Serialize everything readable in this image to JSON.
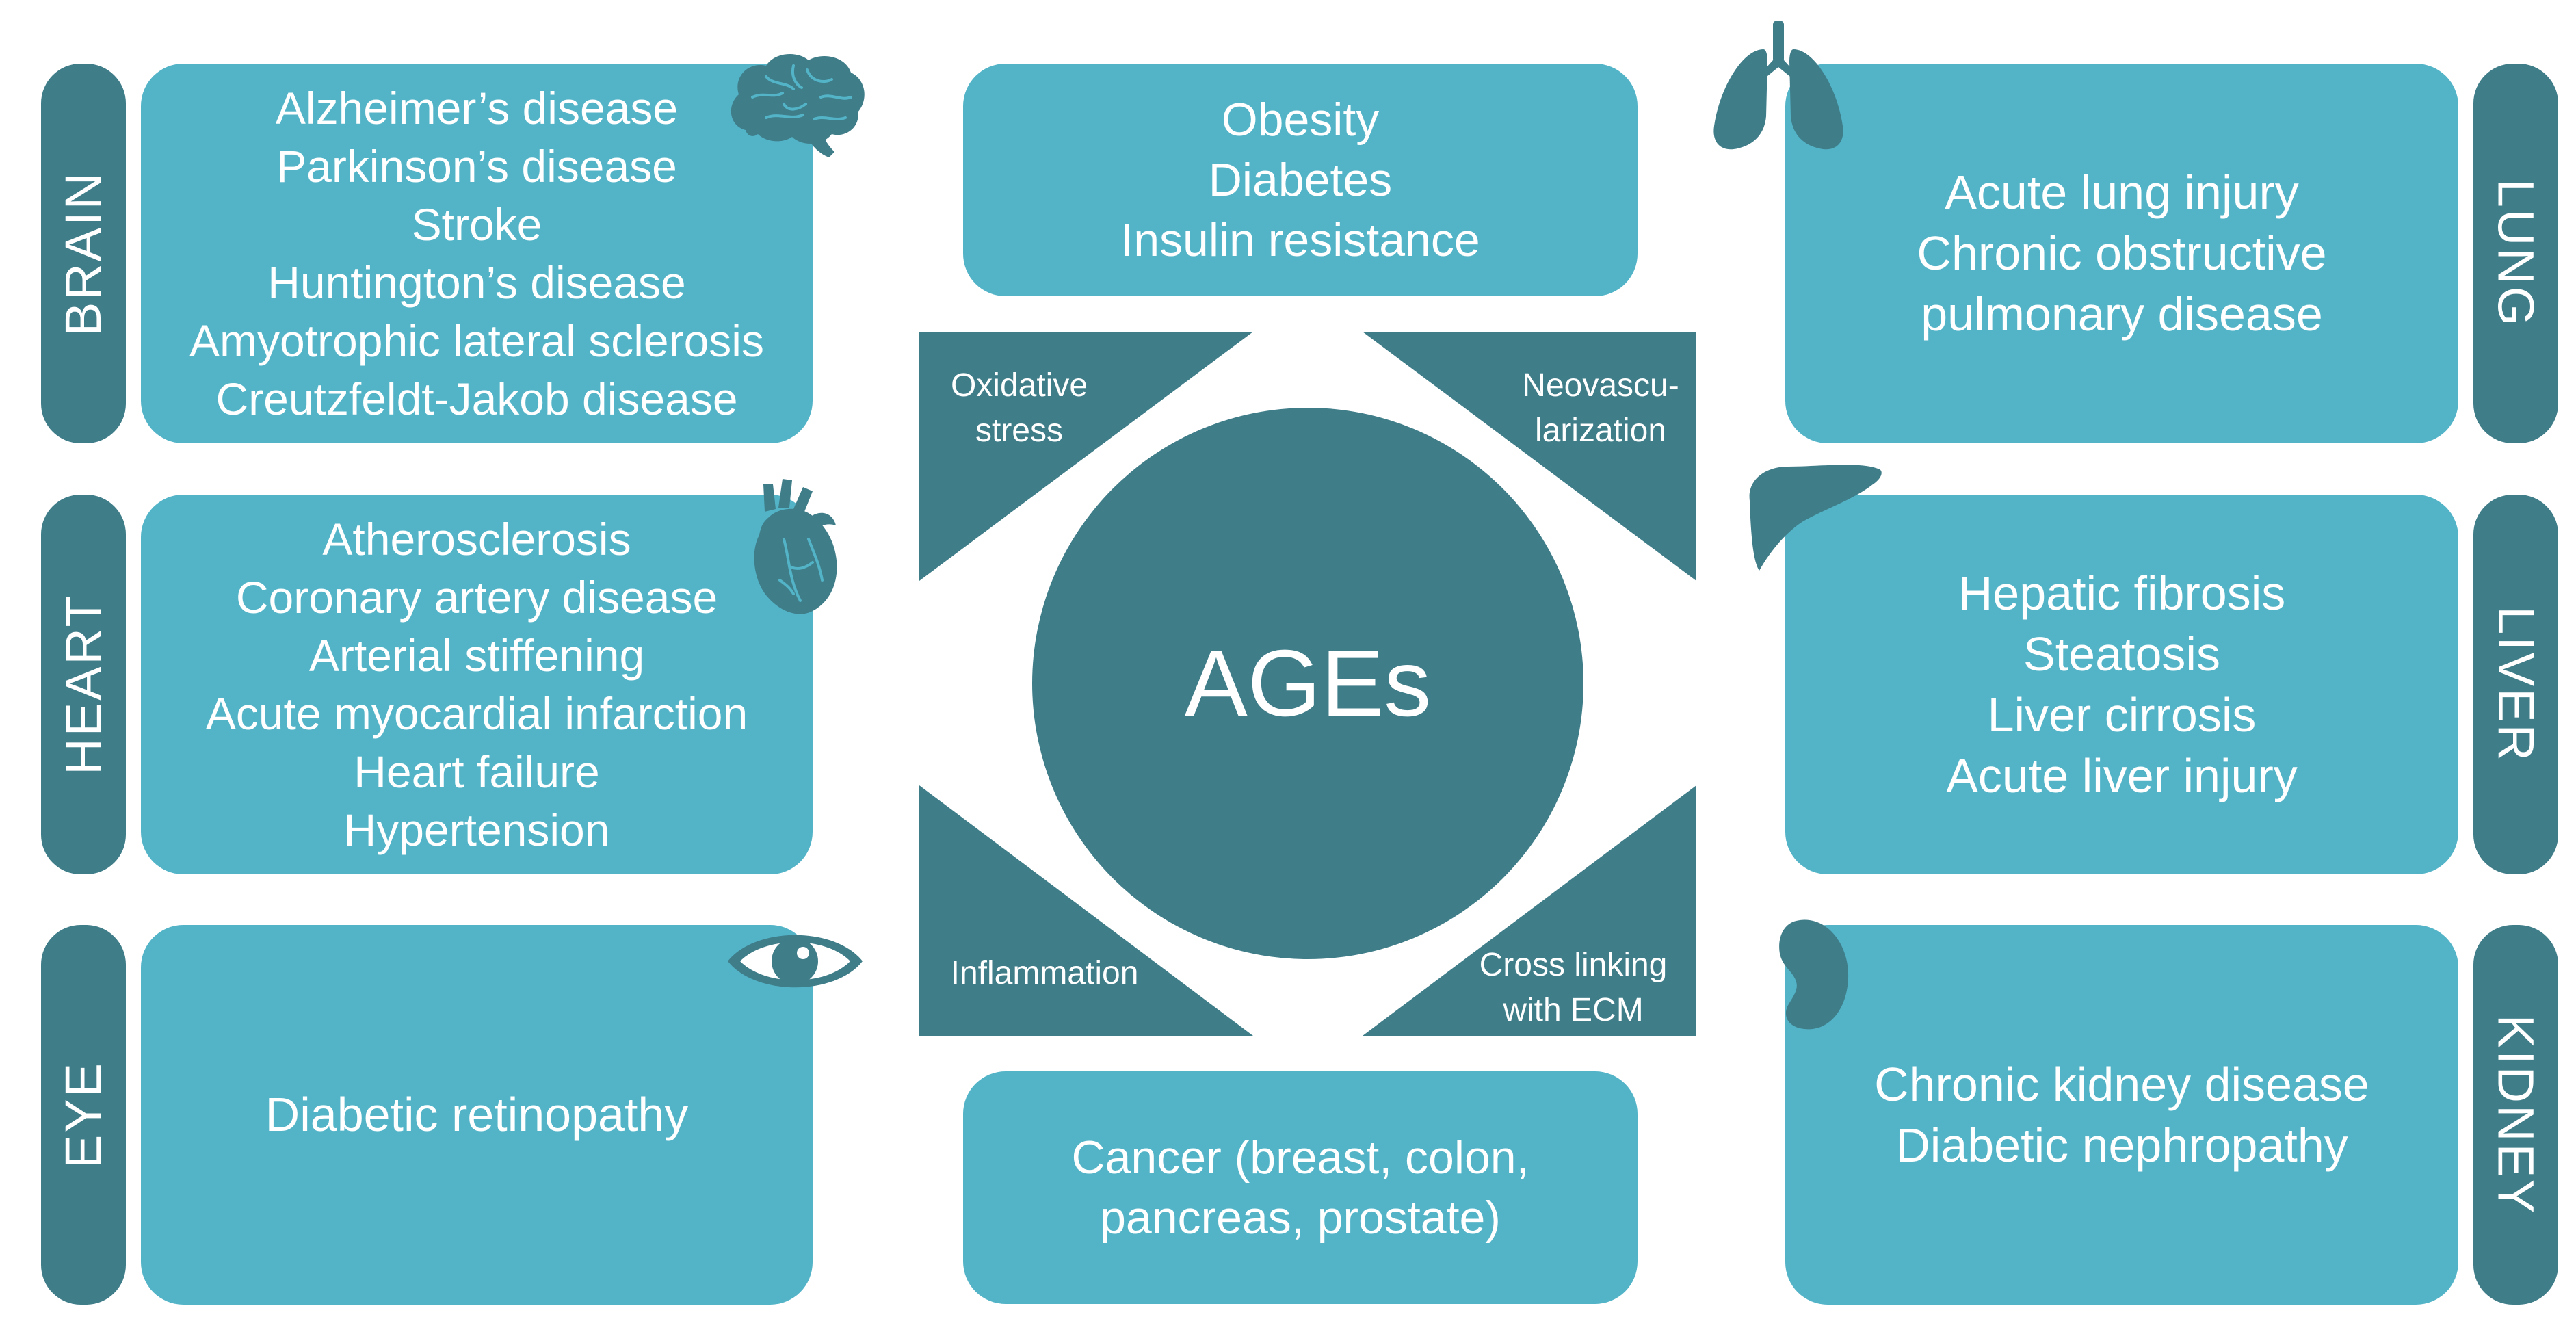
{
  "center": {
    "label": "AGEs"
  },
  "mechanisms": {
    "oxidative": [
      "Oxidative",
      "stress"
    ],
    "neovascularization": [
      "Neovascu-",
      "larization"
    ],
    "inflammation": [
      "Inflammation"
    ],
    "crosslinking": [
      "Cross linking",
      "with ECM"
    ]
  },
  "middle_top": {
    "items": [
      "Obesity",
      "Diabetes",
      "Insulin resistance"
    ]
  },
  "middle_bottom": {
    "items": [
      "Cancer (breast, colon,",
      "pancreas, prostate)"
    ]
  },
  "organs": {
    "brain": {
      "label": "BRAIN",
      "icon": "brain-icon",
      "items": [
        "Alzheimer’s disease",
        "Parkinson’s disease",
        "Stroke",
        "Huntington’s disease",
        "Amyotrophic lateral sclerosis",
        "Creutzfeldt-Jakob disease"
      ]
    },
    "heart": {
      "label": "HEART",
      "icon": "heart-icon",
      "items": [
        "Atherosclerosis",
        "Coronary artery disease",
        "Arterial stiffening",
        "Acute myocardial infarction",
        "Heart failure",
        "Hypertension"
      ]
    },
    "eye": {
      "label": "EYE",
      "icon": "eye-icon",
      "items": [
        "Diabetic retinopathy"
      ]
    },
    "lung": {
      "label": "LUNG",
      "icon": "lungs-icon",
      "items": [
        "Acute lung injury",
        "Chronic obstructive",
        "pulmonary disease"
      ]
    },
    "liver": {
      "label": "LIVER",
      "icon": "liver-icon",
      "items": [
        "Hepatic fibrosis",
        "Steatosis",
        "Liver cirrosis",
        "Acute liver injury"
      ]
    },
    "kidney": {
      "label": "KIDNEY",
      "icon": "kidney-icon",
      "items": [
        "Chronic kidney disease",
        "Diabetic nephropathy"
      ]
    }
  },
  "colors": {
    "dark_teal": "#3f7d89",
    "light_teal": "#53b4c8",
    "text": "#ffffff"
  }
}
